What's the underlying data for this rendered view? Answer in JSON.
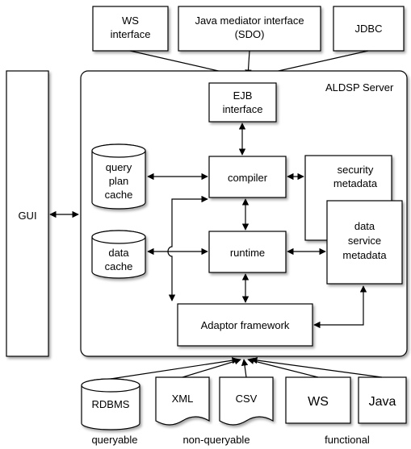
{
  "labels": {
    "ws_interface": [
      "WS",
      "interface"
    ],
    "java_mediator": [
      "Java mediator interface",
      "(SDO)"
    ],
    "jdbc": "JDBC",
    "gui": "GUI",
    "server": "ALDSP Server",
    "ejb": [
      "EJB",
      "interface"
    ],
    "query_plan_cache": [
      "query",
      "plan",
      "cache"
    ],
    "data_cache": [
      "data",
      "cache"
    ],
    "compiler": "compiler",
    "runtime": "runtime",
    "security_metadata": [
      "security",
      "metadata"
    ],
    "data_service_metadata": [
      "data",
      "service",
      "metadata"
    ],
    "adaptor": "Adaptor framework",
    "rdbms": "RDBMS",
    "xml": "XML",
    "csv": "CSV",
    "ws": "WS",
    "java": "Java",
    "queryable": "queryable",
    "non_queryable": "non-queryable",
    "functional": "functional"
  }
}
